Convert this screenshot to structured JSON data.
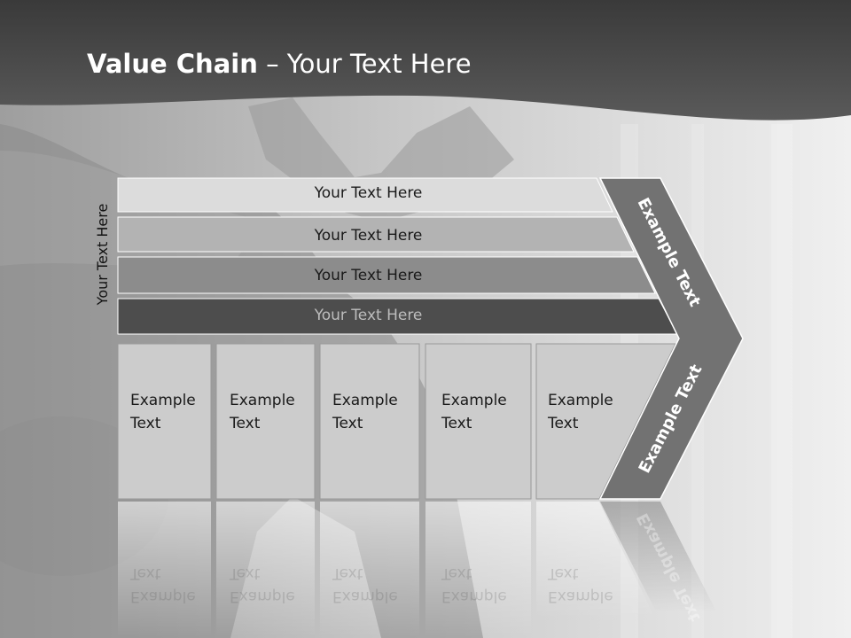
{
  "slide": {
    "title_bold": "Value Chain",
    "title_rest": " – Your Text Here",
    "vertical_label": "Your Text Here"
  },
  "bars": [
    {
      "label": "Your Text Here",
      "color": "#dcdcdc",
      "text_color": "#1a1a1a"
    },
    {
      "label": "Your Text Here",
      "color": "#b3b3b3",
      "text_color": "#1a1a1a"
    },
    {
      "label": "Your Text Here",
      "color": "#8c8c8c",
      "text_color": "#1a1a1a"
    },
    {
      "label": "Your Text Here",
      "color": "#4d4d4d",
      "text_color": "#bdbdbd"
    }
  ],
  "columns": [
    {
      "line1": "Example",
      "line2": "Text"
    },
    {
      "line1": "Example",
      "line2": "Text"
    },
    {
      "line1": "Example",
      "line2": "Text"
    },
    {
      "line1": "Example",
      "line2": "Text"
    },
    {
      "line1": "Example",
      "line2": "Text"
    }
  ],
  "chevron": {
    "upper_text": "Example Text",
    "lower_text": "Example Text",
    "color": "#727272"
  }
}
